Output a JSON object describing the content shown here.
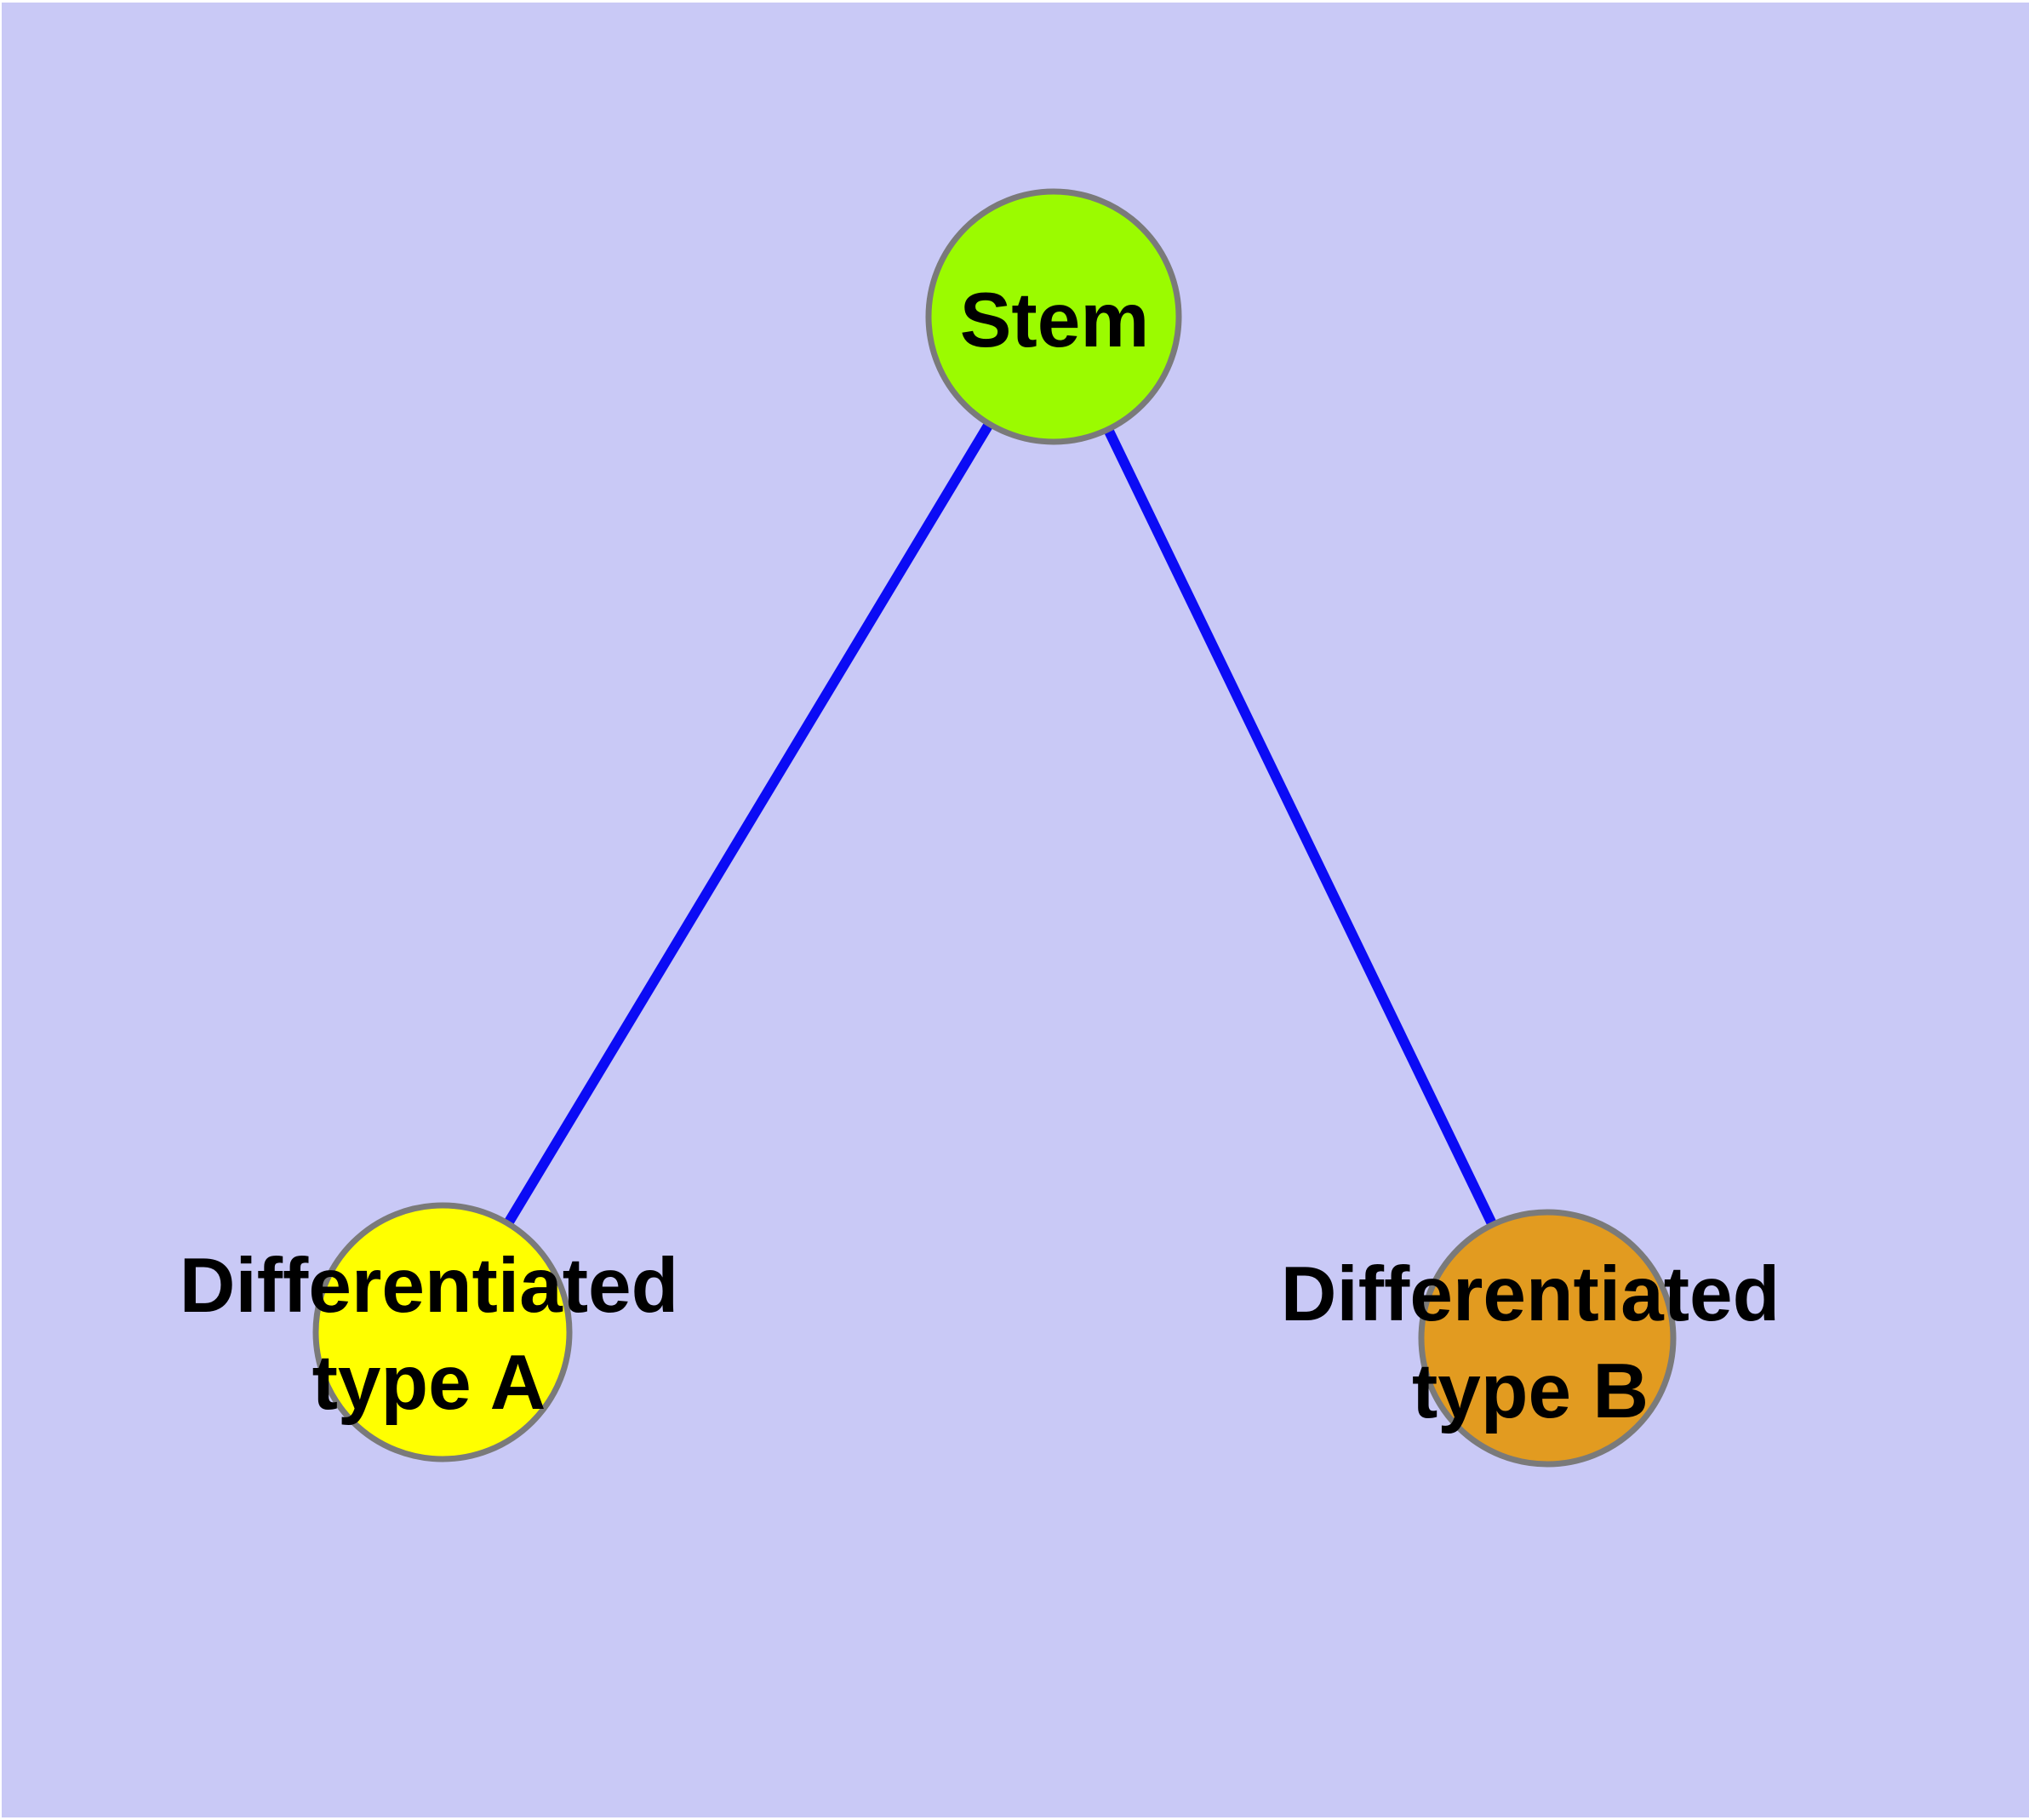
{
  "diagram": {
    "background_color": "#c9c9f6",
    "frame_color": "#ffffff",
    "edge_color": "#0b0bf5",
    "edge_width": "12",
    "node_border_color": "#7a7a7a",
    "node_border_width": "7",
    "label_color": "#000000",
    "nodes": [
      {
        "id": "stem",
        "label": "Stem",
        "color": "#9bfb00"
      },
      {
        "id": "type-a",
        "label": "Differentiated\ntype A",
        "color": "#ffff00"
      },
      {
        "id": "type-b",
        "label": "Differentiated\ntype B",
        "color": "#e29b20"
      }
    ],
    "edges": [
      {
        "from": "Stem",
        "to": "Differentiated type A"
      },
      {
        "from": "Stem",
        "to": "Differentiated type B"
      }
    ]
  }
}
